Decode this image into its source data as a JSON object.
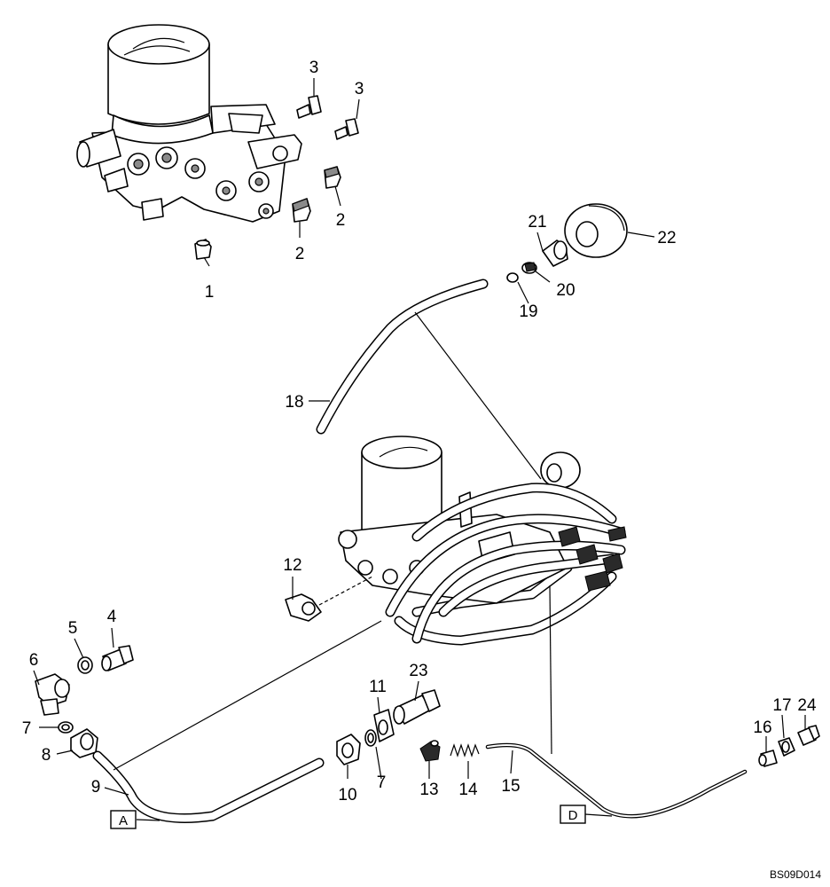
{
  "drawing_id": "BS09D014",
  "callouts": {
    "c1": "1",
    "c2a": "2",
    "c2b": "2",
    "c3a": "3",
    "c3b": "3",
    "c4": "4",
    "c5": "5",
    "c6": "6",
    "c7a": "7",
    "c7b": "7",
    "c8": "8",
    "c9": "9",
    "c10": "10",
    "c11": "11",
    "c12": "12",
    "c13": "13",
    "c14": "14",
    "c15": "15",
    "c16": "16",
    "c17": "17",
    "c18": "18",
    "c19": "19",
    "c20": "20",
    "c21": "21",
    "c22": "22",
    "c23": "23",
    "c24": "24"
  },
  "reference_boxes": {
    "a": "A",
    "d": "D"
  }
}
